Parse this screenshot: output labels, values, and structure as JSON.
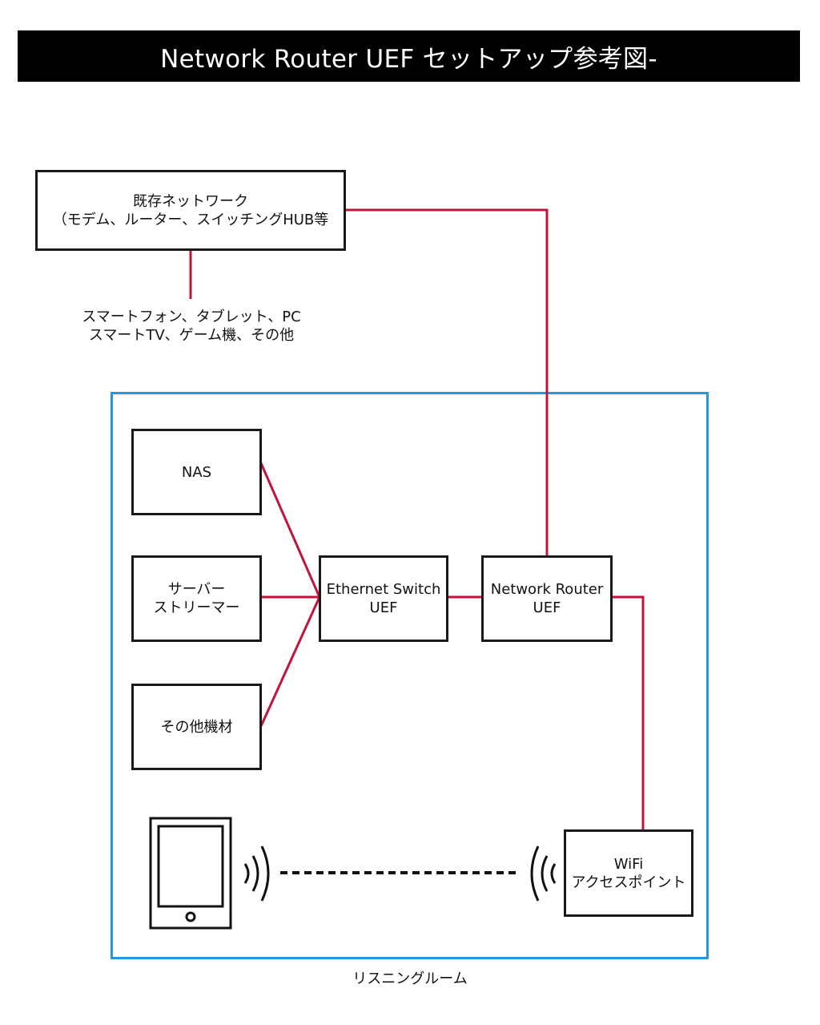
{
  "title": "Network Router UEF セットアップ参考図-",
  "existing_network": {
    "line1": "既存ネットワーク",
    "line2": "（モデム、ルーター、スイッチングHUB等"
  },
  "devices_caption": {
    "line1": "スマートフォン、タブレット、PC",
    "line2": "スマートTV、ゲーム機、その他"
  },
  "nas": {
    "label": "NAS"
  },
  "server": {
    "line1": "サーバー",
    "line2": "ストリーマー"
  },
  "other_devices": {
    "label": "その他機材"
  },
  "switch": {
    "line1": "Ethernet Switch",
    "line2": "UEF"
  },
  "router": {
    "line1": "Network Router",
    "line2": "UEF"
  },
  "wifi_ap": {
    "line1": "WiFi",
    "line2": "アクセスポイント"
  },
  "room_label": "リスニングルーム",
  "colors": {
    "wire": "#c0143c",
    "room_border": "#2b95d6",
    "box_border": "#1a1a1a",
    "title_bg": "#000000"
  },
  "icons": {
    "tablet": "tablet-icon",
    "wireless_left": "wireless-signal-icon",
    "wireless_right": "wireless-signal-icon"
  }
}
